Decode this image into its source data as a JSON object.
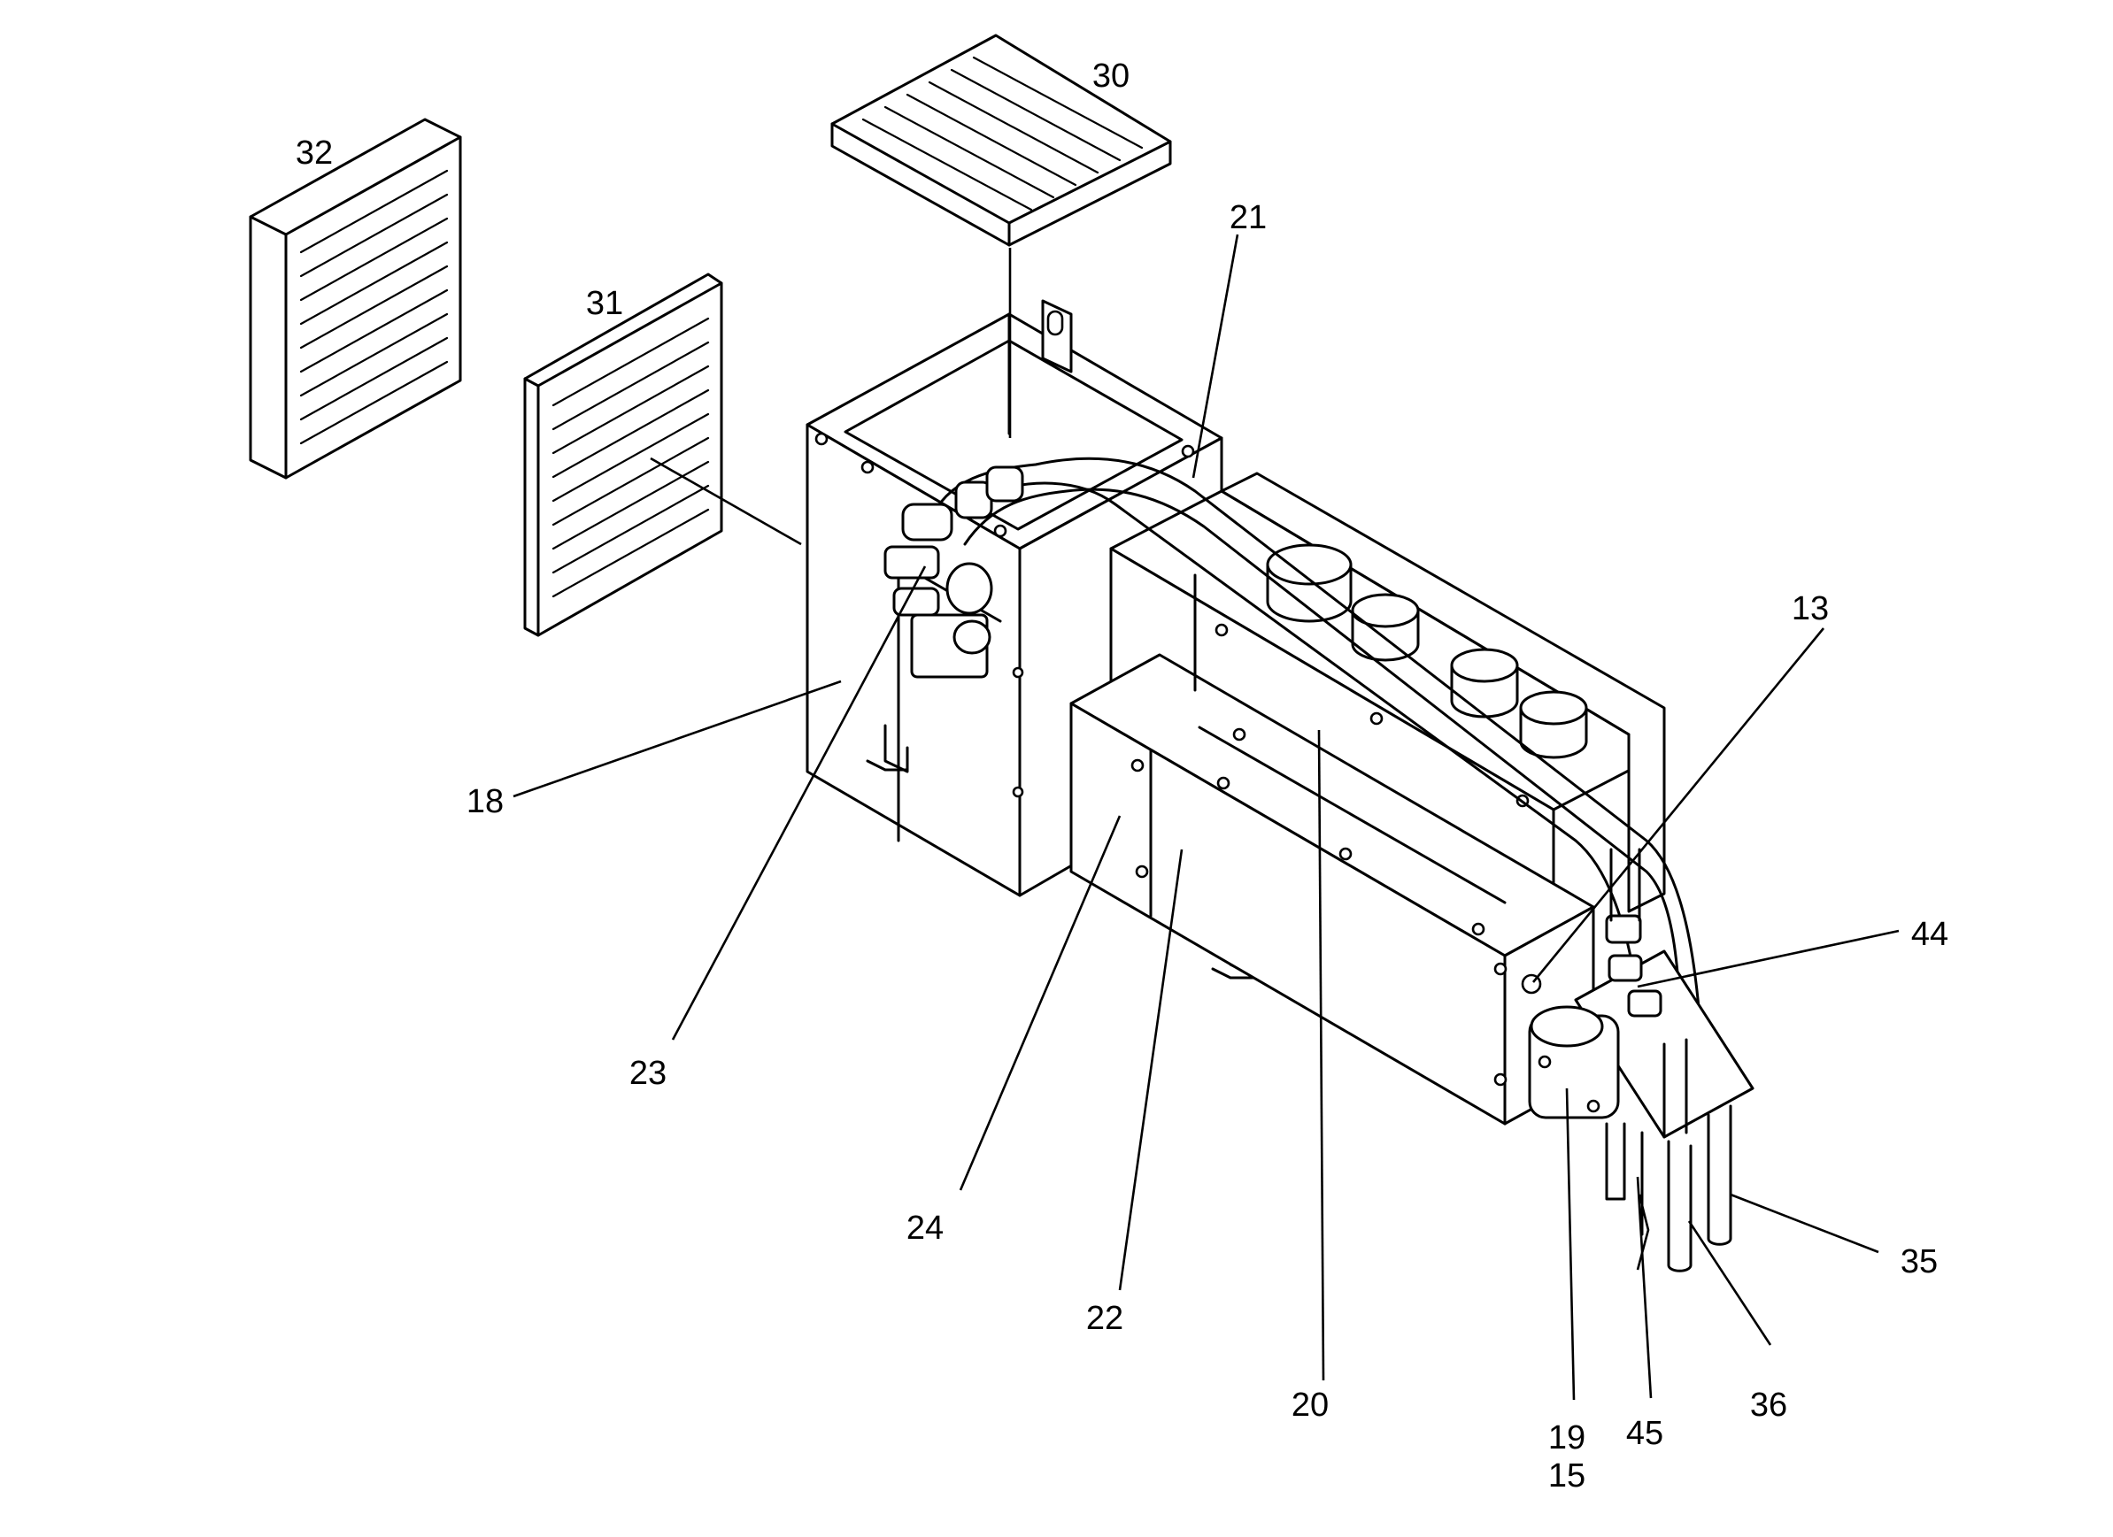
{
  "diagram": {
    "callouts": [
      {
        "key": "c30",
        "label": "30"
      },
      {
        "key": "c32",
        "label": "32"
      },
      {
        "key": "c21",
        "label": "21"
      },
      {
        "key": "c31",
        "label": "31"
      },
      {
        "key": "c13",
        "label": "13"
      },
      {
        "key": "c18",
        "label": "18"
      },
      {
        "key": "c44",
        "label": "44"
      },
      {
        "key": "c23",
        "label": "23"
      },
      {
        "key": "c24",
        "label": "24"
      },
      {
        "key": "c35",
        "label": "35"
      },
      {
        "key": "c22",
        "label": "22"
      },
      {
        "key": "c36",
        "label": "36"
      },
      {
        "key": "c20",
        "label": "20"
      },
      {
        "key": "c19",
        "label": "19"
      },
      {
        "key": "c45",
        "label": "45"
      },
      {
        "key": "c15",
        "label": "15"
      }
    ]
  }
}
